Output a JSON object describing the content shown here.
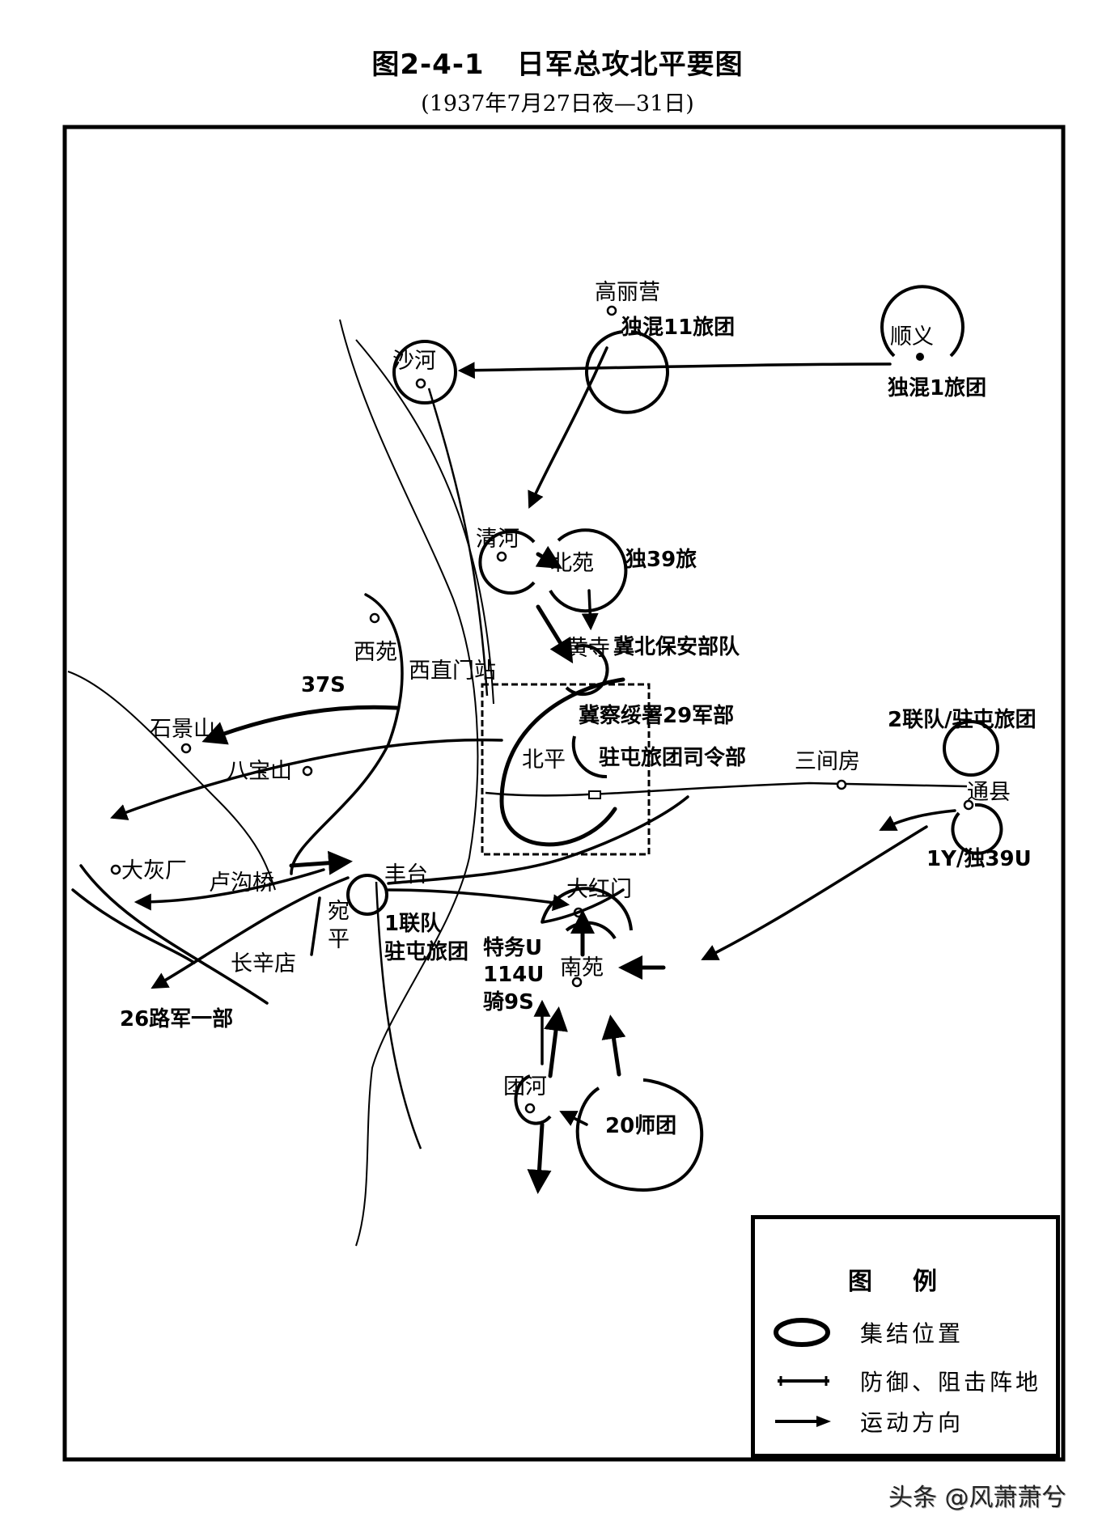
{
  "header": {
    "figure_number": "图2-4-1",
    "title": "日军总攻北平要图",
    "subtitle": "(1937年7月27日夜—31日)"
  },
  "places": {
    "gaoliying": "高丽营",
    "shahe": "沙河",
    "shunyi": "顺义",
    "qinghe": "清河",
    "beiyuan": "北苑",
    "huangsi": "黄寺",
    "xiyuan": "西苑",
    "xizhimen": "西直门站",
    "shijingshan": "石景山",
    "babaoshan": "八宝山",
    "beiping": "北平",
    "sanjianfang": "三间房",
    "tongxian": "通县",
    "dahuichang": "大灰厂",
    "lugouqiao": "卢沟桥",
    "fengtai": "丰台",
    "wanping": "宛平",
    "changxindian": "长辛店",
    "dahongmen": "大红门",
    "nanyuan": "南苑",
    "tuanhe": "团河"
  },
  "units": {
    "duhun11": "独混11旅团",
    "duhun1": "独混1旅团",
    "du39": "独39旅",
    "jibei": "冀北保安部队",
    "jicha": "冀察绥署29军部",
    "zhutun_hq": "驻屯旅团司令部",
    "u37s": "37S",
    "lian2": "2联队/驻屯旅团",
    "y1": "1Y/独39U",
    "lian1_a": "1联队",
    "lian1_b": "驻屯旅团",
    "tewu": "特务U",
    "u114": "114U",
    "qi9": "骑9S",
    "lu26": "26路军一部",
    "shi20": "20师团"
  },
  "legend": {
    "title": "图例",
    "items": [
      {
        "symbol": "assembly-ring-icon",
        "label": "集结位置"
      },
      {
        "symbol": "defense-line-icon",
        "label": "防御、阻击阵地"
      },
      {
        "symbol": "movement-arrow-icon",
        "label": "运动方向"
      }
    ]
  },
  "watermark": "头条 @风萧萧兮"
}
